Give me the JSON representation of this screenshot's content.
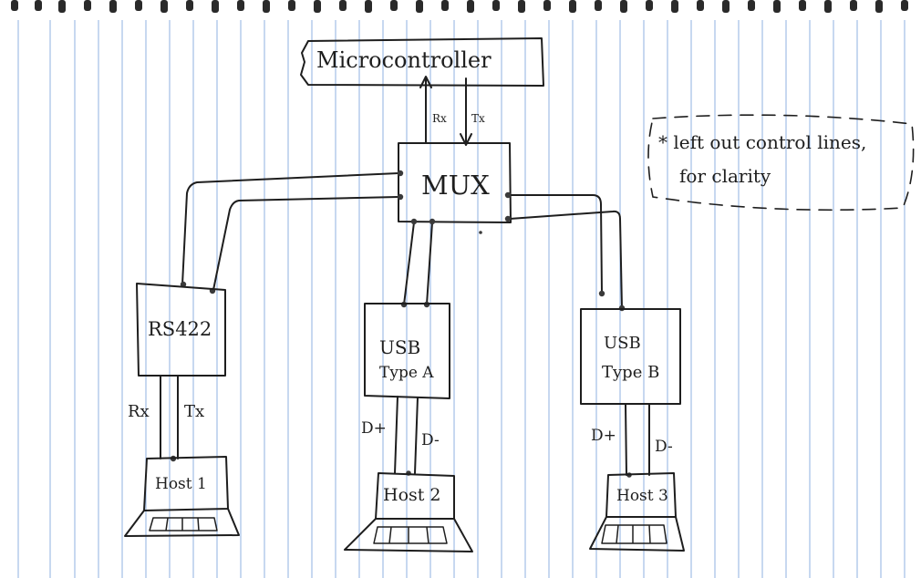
{
  "diagram": {
    "microcontroller": {
      "label": "Microcontroller"
    },
    "mux": {
      "label": "MUX"
    },
    "uc_mux_link": {
      "rx_label": "Rx",
      "tx_label": "Tx"
    },
    "note": {
      "line1": "* left out control lines,",
      "line2": "for clarity"
    },
    "rs422": {
      "label": "RS422",
      "rx_label": "Rx",
      "tx_label": "Tx"
    },
    "usb_a": {
      "line1": "USB",
      "line2": "Type A",
      "dplus_label": "D+",
      "dminus_label": "D-"
    },
    "usb_b": {
      "line1": "USB",
      "line2": "Type B",
      "dplus_label": "D+",
      "dminus_label": "D-"
    },
    "hosts": [
      "Host 1",
      "Host 2",
      "Host 3"
    ]
  },
  "colors": {
    "ink": "#1e1e1e",
    "paper": "#ffffff",
    "rule": "#8fb0e2"
  }
}
